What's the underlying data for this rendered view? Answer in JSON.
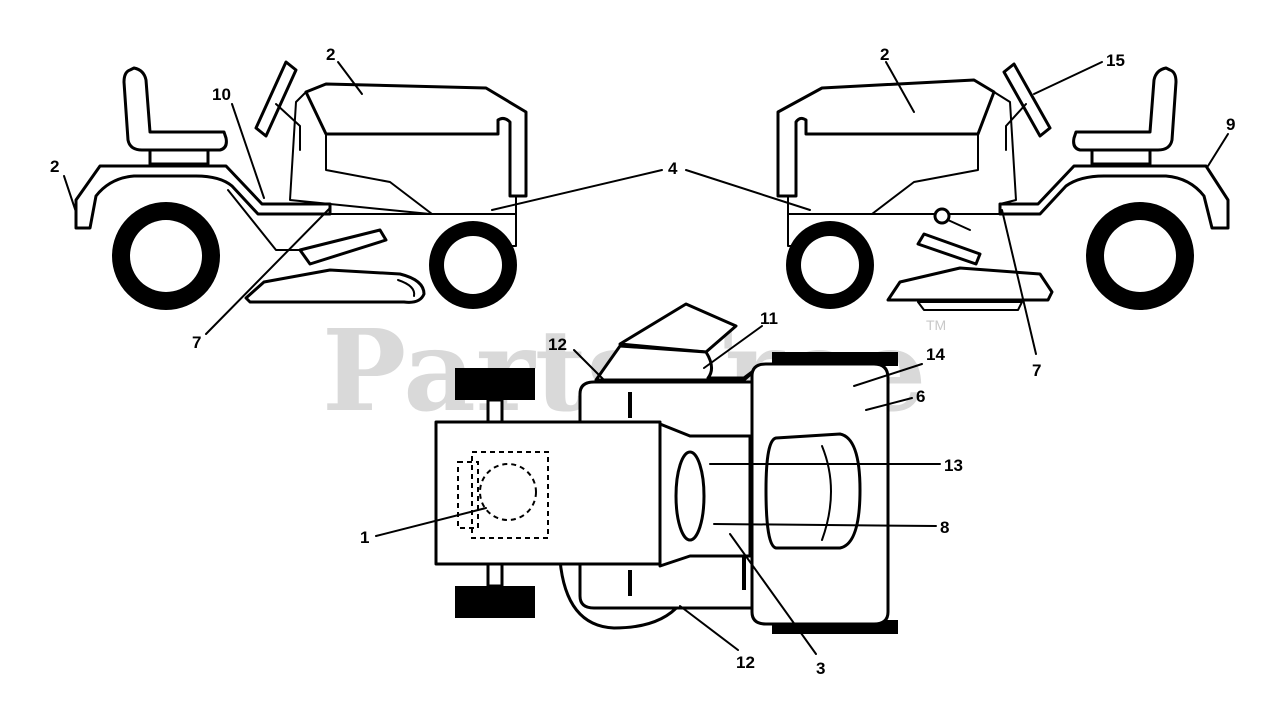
{
  "watermark": {
    "text": "PartsTree",
    "trademark": "TM"
  },
  "callouts": {
    "left_view": [
      "2",
      "10",
      "2",
      "4",
      "7"
    ],
    "right_view": [
      "2",
      "15",
      "9",
      "7"
    ],
    "top_view": [
      "11",
      "12",
      "14",
      "6",
      "13",
      "1",
      "8",
      "12",
      "3"
    ]
  }
}
